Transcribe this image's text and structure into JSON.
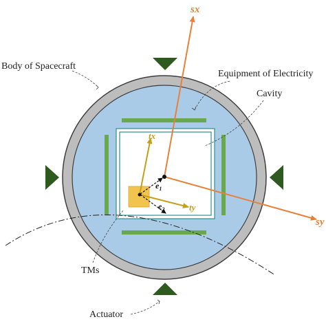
{
  "labels": {
    "body": "Body of Spacecraft",
    "equipment": "Equipment of Electricity",
    "cavity": "Cavity",
    "tms": "TMs",
    "actuator": "Actuator"
  },
  "axes": {
    "sx": "sx",
    "sy": "sy",
    "tx": "tx",
    "ty": "ty",
    "e1": "e",
    "e1_sub": "1",
    "e2": "e",
    "e2_sub": "2"
  },
  "colors": {
    "hull": "#bdbdbd",
    "hull_stroke": "#3d3d3d",
    "cavity_fill": "#a9cbe8",
    "electrode_bar": "#6aa84f",
    "actuator": "#2e5a1f",
    "tm_square": "#f3c44d",
    "spacecraft_axes": "#e8803a",
    "tm_axes": "#c4a01a"
  }
}
